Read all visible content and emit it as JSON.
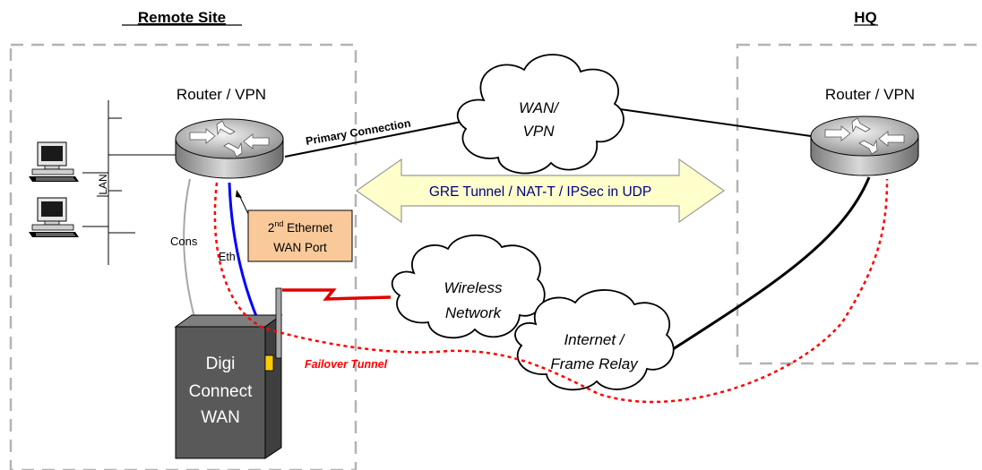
{
  "sites": {
    "remote": "Remote Site",
    "hq": "HQ"
  },
  "routers": {
    "remote_label": "Router / VPN",
    "hq_label": "Router / VPN"
  },
  "clouds": {
    "wan_line1": "WAN/",
    "wan_line2": "VPN",
    "wireless_line1": "Wireless",
    "wireless_line2": "Network",
    "internet_line1": "Internet /",
    "internet_line2": "Frame Relay"
  },
  "links": {
    "primary": "Primary Connection",
    "tunnel": "GRE Tunnel / NAT-T / IPSec in UDP",
    "failover": "Failover Tunnel",
    "cons": "Cons",
    "eth": "Eth",
    "lan": "LAN"
  },
  "callout": {
    "sup_prefix": "2",
    "sup": "nd",
    "line1_rest": " Ethernet",
    "line2": "WAN Port"
  },
  "device": {
    "line1": "Digi",
    "line2": "Connect",
    "line3": "WAN"
  },
  "colors": {
    "dashed_border": "#b3b3b3",
    "tunnel_fill": "#ffffcc",
    "tunnel_text": "#000080",
    "callout_fill": "#f9c99a",
    "device_fill": "#595959",
    "eth_line": "#0000ff",
    "failover": "#ff0000",
    "console_line": "#a6a6a6"
  },
  "icons": [
    "router-icon",
    "computer-icon",
    "cloud-icon",
    "lightning-icon",
    "antenna-icon"
  ]
}
